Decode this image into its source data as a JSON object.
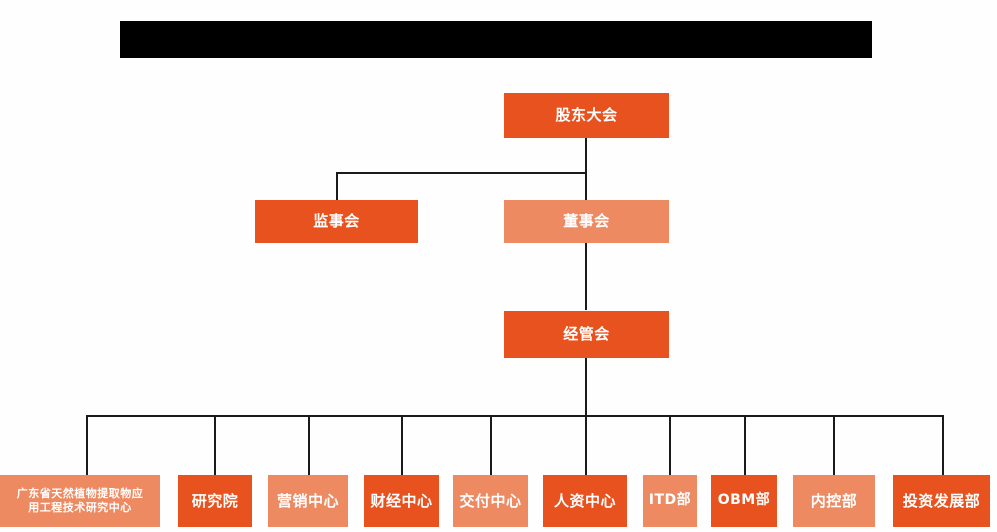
{
  "chart_data": {
    "type": "diagram",
    "title": "",
    "diagram_kind": "organizational-chart",
    "colors": {
      "dark_orange": "#E8521E",
      "light_salmon": "#EE8A62",
      "connector": "#1a1a1a",
      "banner": "#000000",
      "background": "#fefefe",
      "text": "#ffffff"
    },
    "levels": [
      {
        "level": 1,
        "nodes": [
          "股东大会"
        ]
      },
      {
        "level": 2,
        "nodes": [
          "监事会",
          "董事会"
        ]
      },
      {
        "level": 3,
        "nodes": [
          "经管会"
        ]
      },
      {
        "level": 4,
        "nodes": [
          "广东省天然植物提取物应用工程技术研究中心",
          "研究院",
          "营销中心",
          "财经中心",
          "交付中心",
          "人资中心",
          "ITD部",
          "OBM部",
          "内控部",
          "投资发展部"
        ]
      }
    ]
  },
  "banner": {
    "label": ""
  },
  "nodes": {
    "shareholders_meeting": {
      "label": "股东大会"
    },
    "board_of_supervisors": {
      "label": "监事会"
    },
    "board_of_directors": {
      "label": "董事会"
    },
    "management_committee": {
      "label": "经管会"
    },
    "research_center": {
      "label": "广东省天然植物提取物应\n用工程技术研究中心"
    },
    "research_institute": {
      "label": "研究院"
    },
    "marketing_center": {
      "label": "营销中心"
    },
    "finance_center": {
      "label": "财经中心"
    },
    "delivery_center": {
      "label": "交付中心"
    },
    "hr_center": {
      "label": "人资中心"
    },
    "itd_department": {
      "label": "ITD部"
    },
    "obm_department": {
      "label": "OBM部"
    },
    "internal_control_department": {
      "label": "内控部"
    },
    "investment_development_department": {
      "label": "投资发展部"
    }
  }
}
